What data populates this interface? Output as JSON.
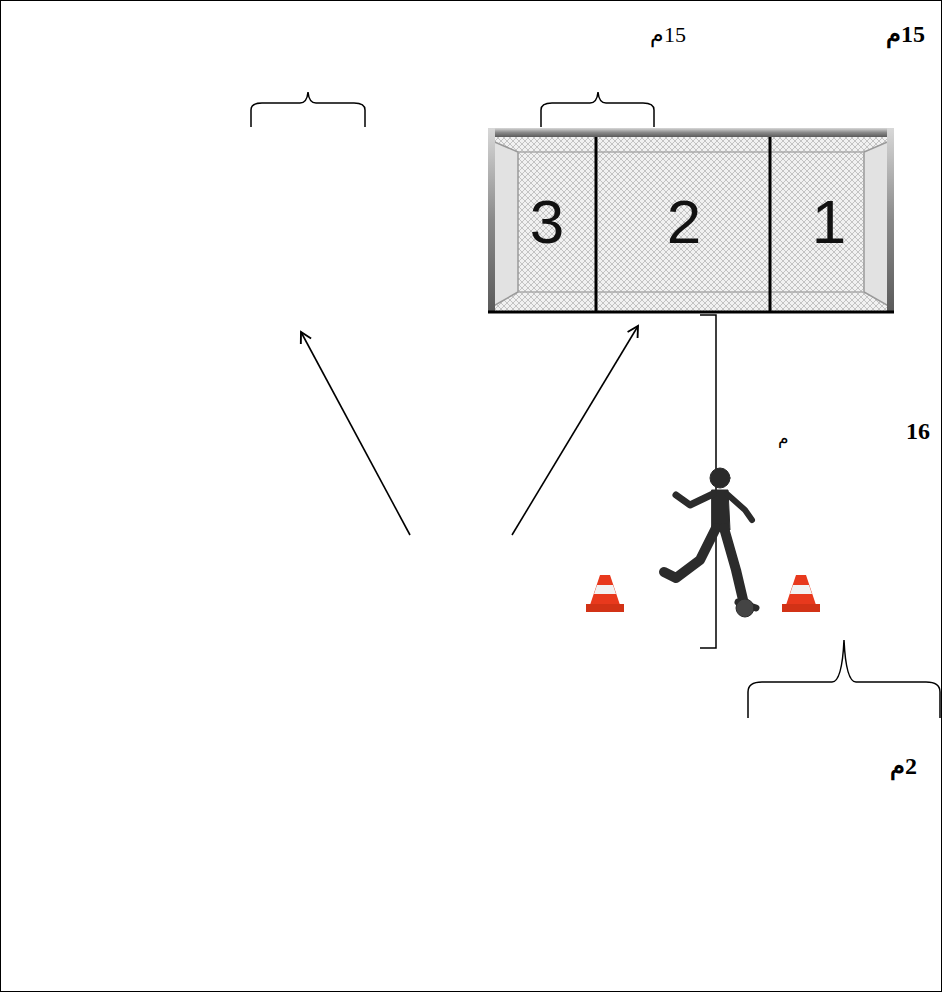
{
  "diagram": {
    "nodes": [
      {
        "text": [
          "3"
        ]
      },
      {
        "text": [
          "2"
        ]
      },
      {
        "text": [
          "1"
        ]
      }
    ],
    "labels": [
      "15م",
      "15م",
      "16",
      "م",
      "2م"
    ]
  }
}
